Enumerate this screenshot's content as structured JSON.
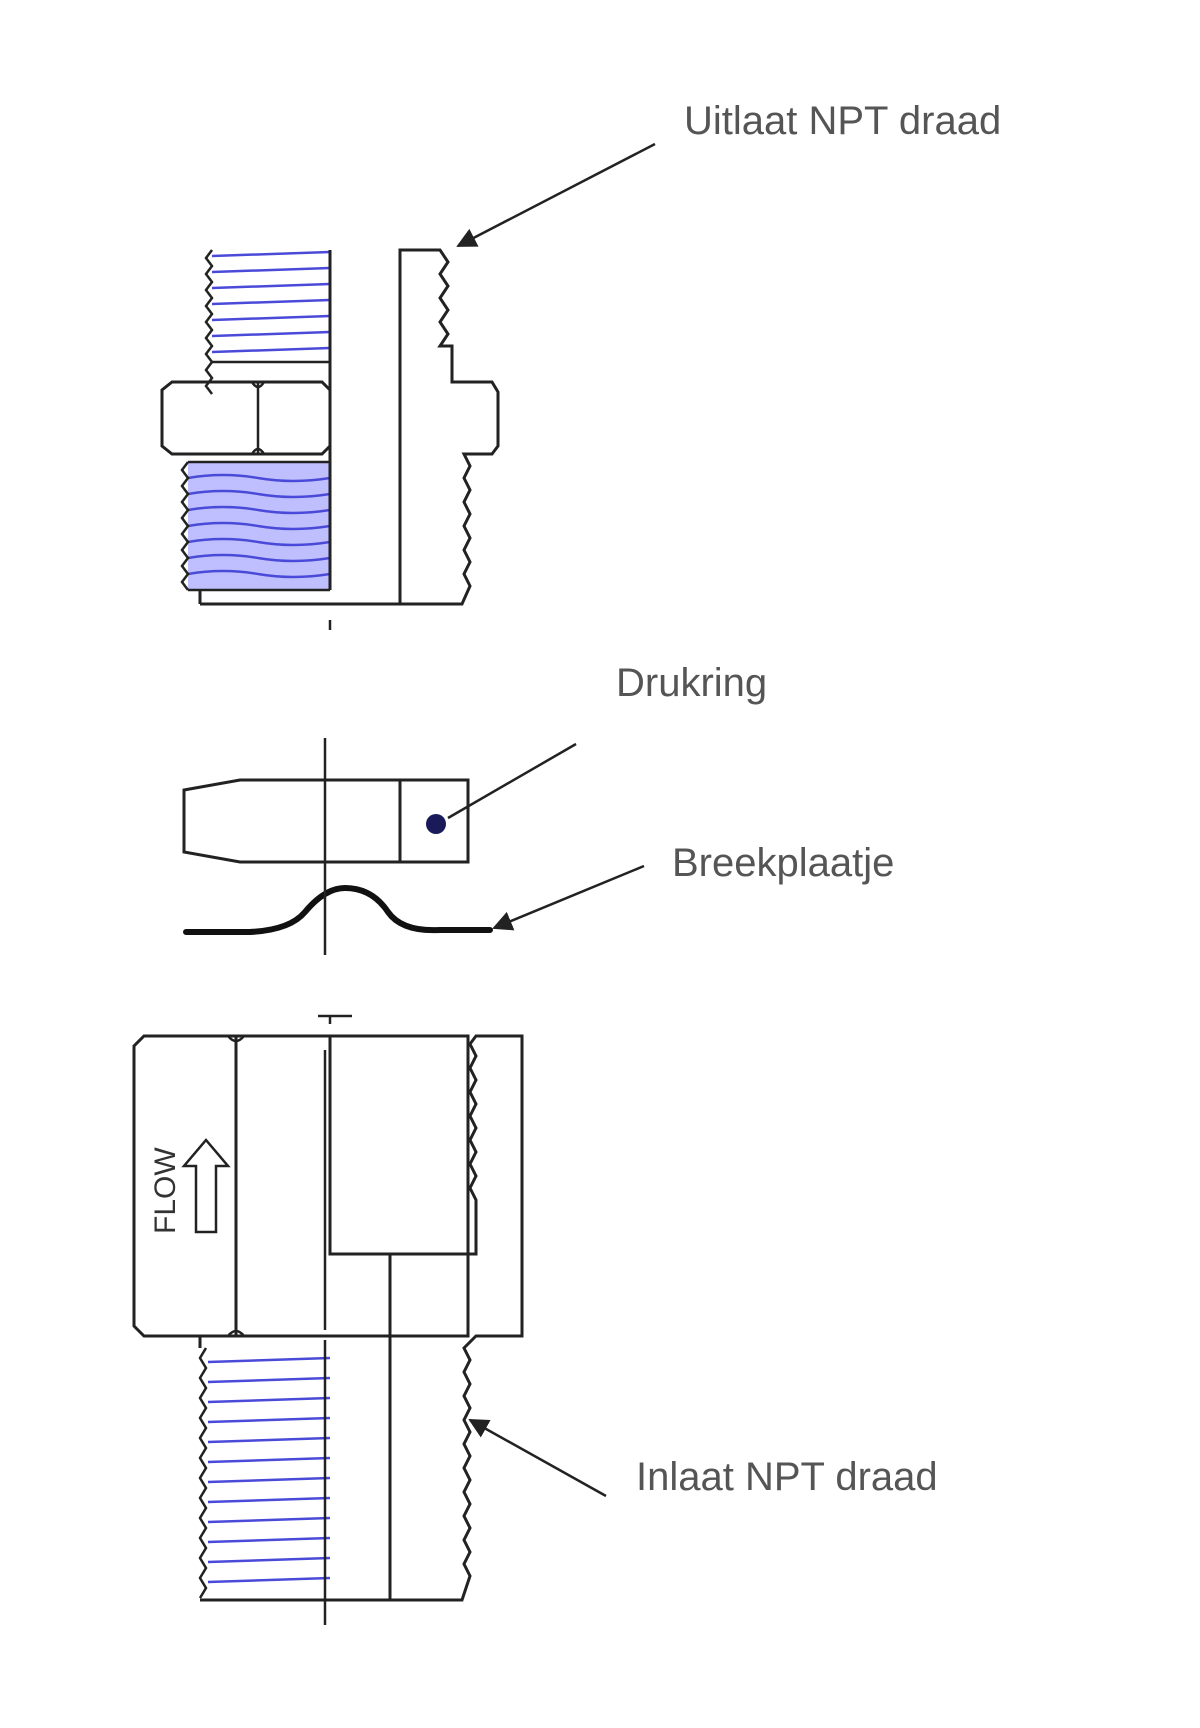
{
  "labels": {
    "outlet_thread": "Uitlaat NPT draad",
    "pressure_ring": "Drukring",
    "rupture_disc": "Breekplaatje",
    "inlet_thread": "Inlaat NPT draad",
    "flow_marking": "FLOW"
  },
  "colors": {
    "outline": "#222222",
    "hatch": "#4a4ad8",
    "hatch_fill": "#8a8aff",
    "label_text": "#555555",
    "background": "#ffffff"
  }
}
